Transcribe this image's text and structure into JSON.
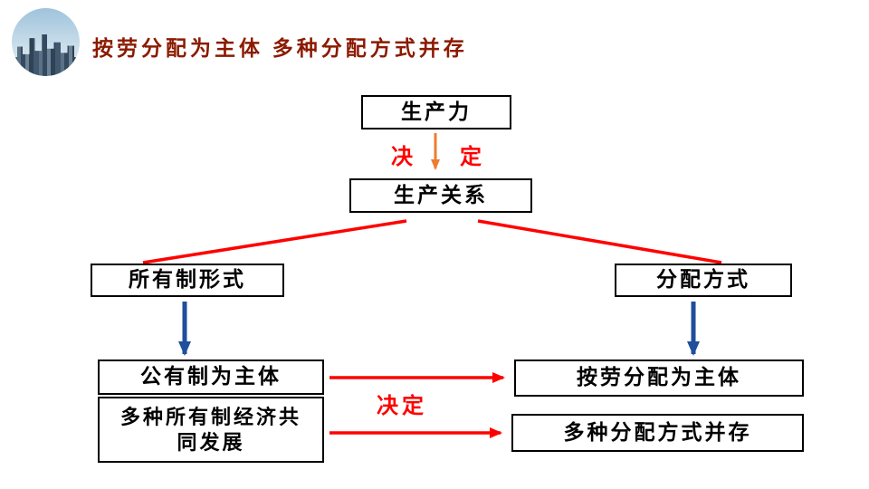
{
  "title": "按劳分配为主体  多种分配方式并存",
  "avatar": {
    "icon": "city-skyline-photo"
  },
  "nodes": {
    "productive_forces": "生产力",
    "production_relations": "生产关系",
    "ownership_form": "所有制形式",
    "distribution_method": "分配方式",
    "public_ownership_main": "公有制为主体",
    "multi_ownership_develop": "多种所有制经济共同发展",
    "distribution_by_work_main": "按劳分配为主体",
    "multi_distribution_coexist": "多种分配方式并存"
  },
  "labels": {
    "determine_char_left": "决",
    "determine_char_right": "定",
    "determine": "决定"
  },
  "colors": {
    "title_text": "#8B1A00",
    "connector_red": "#FF0000",
    "connector_blue": "#1F4E9C",
    "connector_orange": "#ED7D31",
    "box_border": "#000000"
  }
}
